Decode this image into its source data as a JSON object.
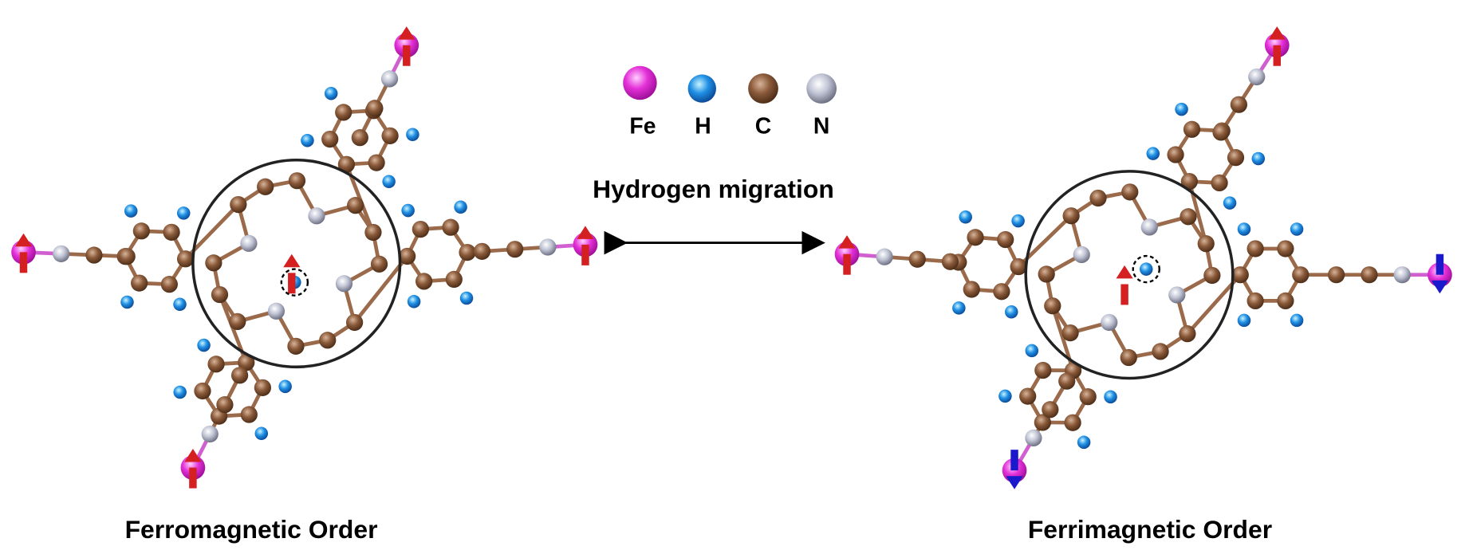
{
  "legend": {
    "items": [
      {
        "symbol": "Fe",
        "color": "#e020d0"
      },
      {
        "symbol": "H",
        "color": "#1e88e0"
      },
      {
        "symbol": "C",
        "color": "#8a5a3a"
      },
      {
        "symbol": "N",
        "color": "#b8bccc"
      }
    ]
  },
  "center_label": "Hydrogen migration",
  "panels": [
    {
      "caption": "Ferromagnetic Order",
      "spins": [
        "up",
        "up",
        "up",
        "up"
      ]
    },
    {
      "caption": "Ferrimagnetic Order",
      "spins": [
        "up",
        "down",
        "down",
        "up"
      ]
    }
  ],
  "colors": {
    "spin_up": "#d42020",
    "spin_down": "#1a1acc",
    "bond": "#9a6a4a"
  }
}
